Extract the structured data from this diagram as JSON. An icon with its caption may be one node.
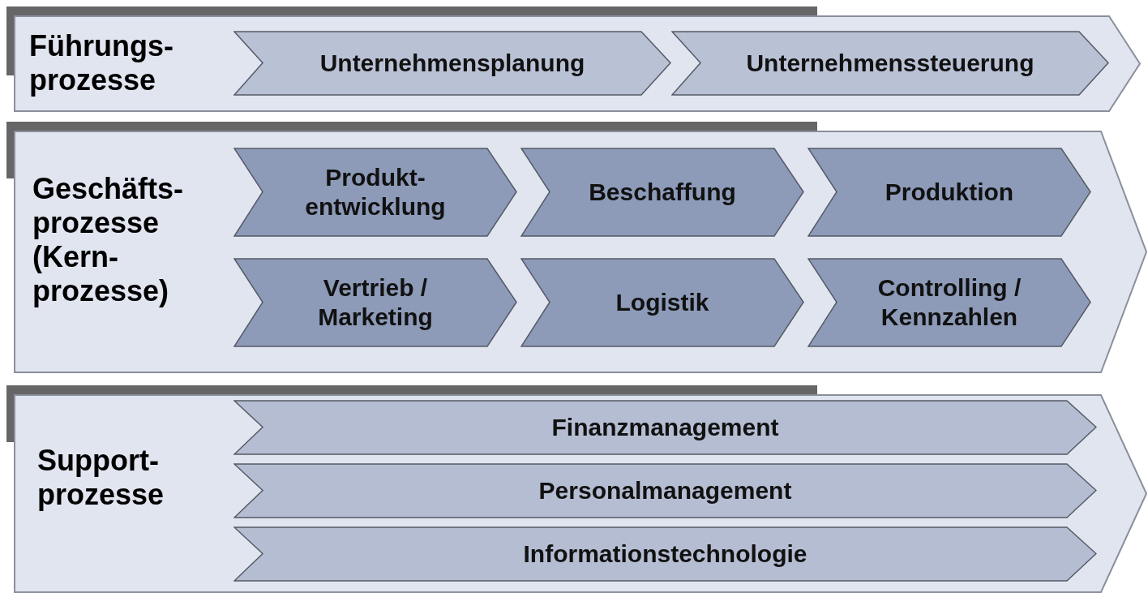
{
  "diagram": {
    "nodes": [
      {
        "text": [
          "Führungs- prozesse"
        ]
      },
      {
        "text": [
          "Unternehmensplanung"
        ],
        "in": 0
      },
      {
        "text": [
          "Unternehmenssteuerung"
        ],
        "in": 0
      },
      {
        "text": [
          "Geschäfts- prozesse (Kern- prozesse)"
        ]
      },
      {
        "text": [
          "Produkt- entwicklung"
        ],
        "in": 3
      },
      {
        "text": [
          "Beschaffung"
        ],
        "in": 3
      },
      {
        "text": [
          "Produktion"
        ],
        "in": 3
      },
      {
        "text": [
          "Vertrieb / Marketing"
        ],
        "in": 3
      },
      {
        "text": [
          "Logistik"
        ],
        "in": 3
      },
      {
        "text": [
          "Controlling / Kennzahlen"
        ],
        "in": 3
      },
      {
        "text": [
          "Support- prozesse"
        ]
      },
      {
        "text": [
          "Finanzmanagement"
        ],
        "in": 10
      },
      {
        "text": [
          "Personalmanagement"
        ],
        "in": 10
      },
      {
        "text": [
          "Informationstechnologie"
        ],
        "in": 10
      }
    ]
  }
}
